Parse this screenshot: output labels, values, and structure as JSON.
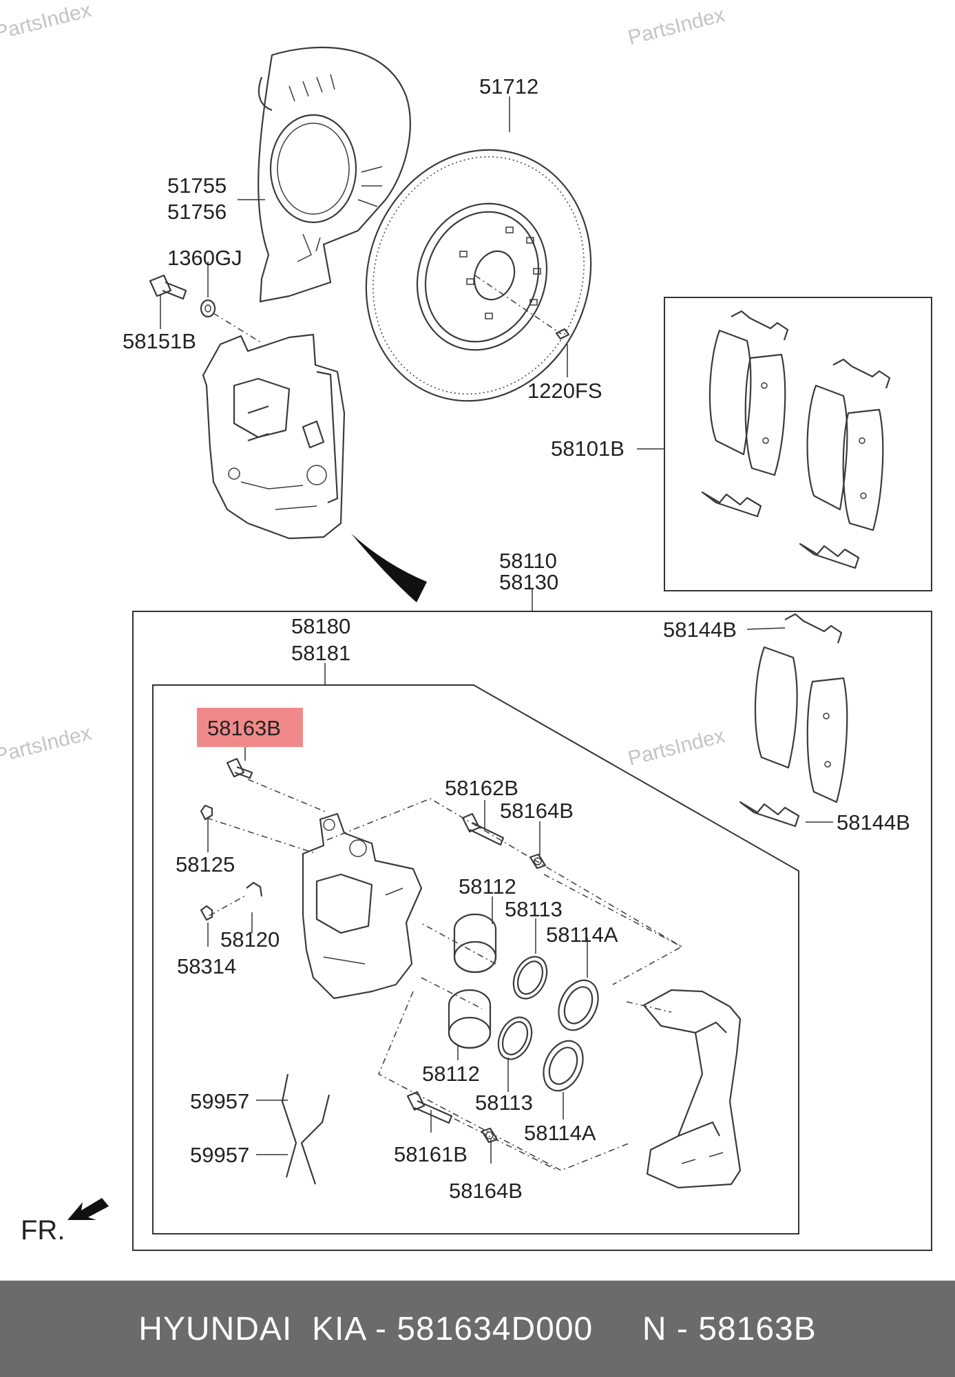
{
  "watermarks": [
    "PartsIndex",
    "PartsIndex",
    "PartsIndex",
    "PartsIndex"
  ],
  "labels": {
    "p51712": "51712",
    "p51755": "51755",
    "p51756": "51756",
    "p1360GJ": "1360GJ",
    "p58151B": "58151B",
    "p1220FS": "1220FS",
    "p58101B": "58101B",
    "p58110": "58110",
    "p58130": "58130",
    "p58180": "58180",
    "p58181": "58181",
    "p58144B_top": "58144B",
    "p58144B_bot": "58144B",
    "p58163B": "58163B",
    "p58162B": "58162B",
    "p58164B_top": "58164B",
    "p58125": "58125",
    "p58112_top": "58112",
    "p58113_top": "58113",
    "p58114A_top": "58114A",
    "p58120": "58120",
    "p58314": "58314",
    "p58112_bot": "58112",
    "p58113_bot": "58113",
    "p58114A_bot": "58114A",
    "p59957_a": "59957",
    "p59957_b": "59957",
    "p58161B": "58161B",
    "p58164B_bot": "58164B",
    "fr": "FR."
  },
  "highlight": {
    "part": "58163B",
    "color": "#f08a8a"
  },
  "footer": {
    "text": "HYUNDAI  KIA - 581634D000     N - 58163B",
    "bg": "#6b6b6b"
  }
}
